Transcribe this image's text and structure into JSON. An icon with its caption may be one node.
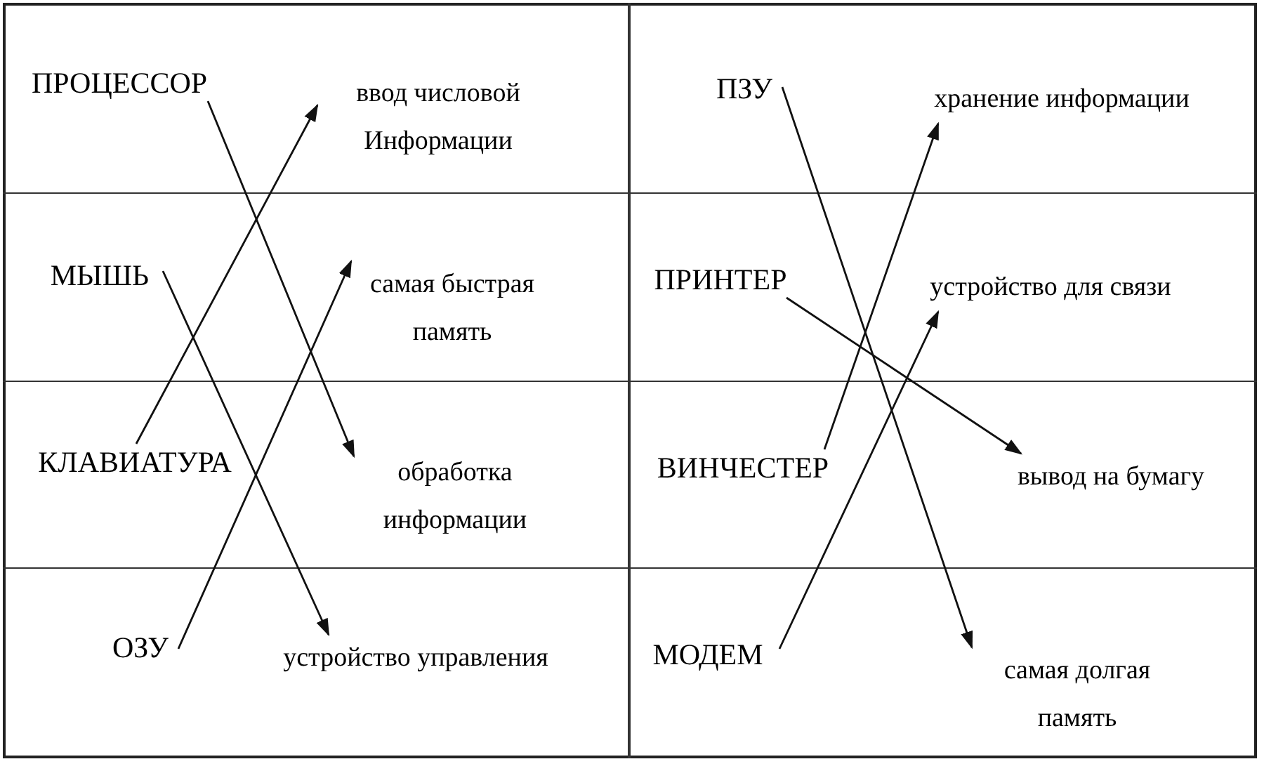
{
  "diagram": {
    "nodes": [
      {
        "text": [
          "ПРОЦЕССОР"
        ]
      },
      {
        "text": [
          "ввод числовой Информации"
        ]
      },
      {
        "text": [
          "ПЗУ"
        ]
      },
      {
        "text": [
          "хранение информации"
        ]
      },
      {
        "text": [
          "МЫШЬ"
        ]
      },
      {
        "text": [
          "самая быстрая память"
        ]
      },
      {
        "text": [
          "ПРИНТЕР"
        ]
      },
      {
        "text": [
          "устройство для связи"
        ]
      },
      {
        "text": [
          "КЛАВИАТУРА"
        ]
      },
      {
        "text": [
          "обработка информации"
        ]
      },
      {
        "text": [
          "ВИНЧЕСТЕР"
        ]
      },
      {
        "text": [
          "вывод на бумагу"
        ]
      },
      {
        "text": [
          "ОЗУ"
        ]
      },
      {
        "text": [
          "устройство управления"
        ]
      },
      {
        "text": [
          "МОДЕМ"
        ]
      },
      {
        "text": [
          "самая долгая память"
        ]
      }
    ],
    "edges": [
      {
        "from": 0,
        "to": 9,
        "arrow": "to"
      },
      {
        "from": 8,
        "to": 1,
        "arrow": "to"
      },
      {
        "from": 4,
        "to": 13,
        "arrow": "to"
      },
      {
        "from": 12,
        "to": 5,
        "arrow": "to"
      },
      {
        "from": 2,
        "to": 15,
        "arrow": "to"
      },
      {
        "from": 6,
        "to": 11,
        "arrow": "to"
      },
      {
        "from": 10,
        "to": 3,
        "arrow": "to"
      },
      {
        "from": 14,
        "to": 7,
        "arrow": "to"
      }
    ]
  }
}
